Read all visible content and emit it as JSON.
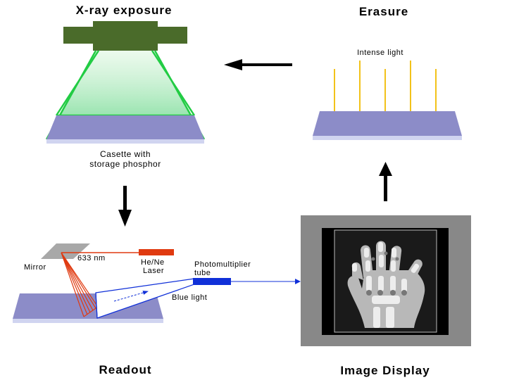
{
  "titles": {
    "xray": "X-ray exposure",
    "erasure": "Erasure",
    "readout": "Readout",
    "display": "Image Display"
  },
  "labels": {
    "cassette_line1": "Casette with",
    "cassette_line2": "storage phosphor",
    "intense_light": "Intense light",
    "mirror": "Mirror",
    "wavelength": "633 nm",
    "laser_line1": "He/Ne",
    "laser_line2": "Laser",
    "pmt_line1": "Photomultiplier",
    "pmt_line2": "tube",
    "blue_light": "Blue light"
  },
  "colors": {
    "source_green": "#4a6b2a",
    "beam_green": "#22cc44",
    "plate": "#8c8cc8",
    "plate_base": "#d0d4f0",
    "light_yellow": "#f2c21a",
    "laser_red": "#e03a10",
    "pmt_blue": "#1030d8",
    "mirror_gray": "#a8a8a8",
    "monitor_frame": "#888888"
  },
  "icons": {
    "flow_arrows": "arrow-icon",
    "monitor_image": "hand-xray-icon"
  }
}
